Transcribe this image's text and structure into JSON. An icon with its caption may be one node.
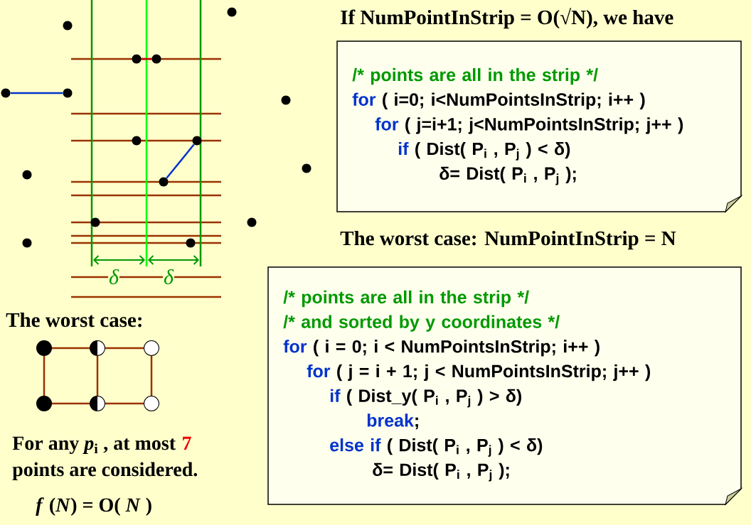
{
  "diagram": {
    "nodes": [
      {
        "text": [
          "/* points are all in the strip */",
          "for",
          "( i=0; i<NumPointsInStrip; i++ )",
          "for",
          "( j=i+1; j<NumPointsInStrip; j++ )",
          "if",
          "( Dist( P$_{i}$ , P$_{j}$ ) < δ)",
          "δ= Dist( P$_{i}$ , P$_{j}$ );"
        ]
      },
      {
        "text": [
          "/* points are all in the strip */",
          "/* and sorted by y coordinates */",
          "for",
          "( i = 0; i < NumPointsInStrip; i++ )",
          "for",
          "( j = i + 1; j < NumPointsInStrip; j++ )",
          "if",
          "( Dist_y( P$_{i}$ , P$_{j}$ ) > δ)",
          "break",
          ";",
          "else  if",
          "( Dist( P$_{i}$ , P$_{j}$ ) < δ)",
          "δ= Dist( P$_{i}$ , P$_{j}$ );"
        ]
      },
      {
        "text": [],
        "shape": "circle"
      },
      {
        "text": [],
        "shape": "circle"
      },
      {
        "text": [],
        "shape": "circle"
      },
      {
        "text": [],
        "shape": "circle"
      },
      {
        "text": [],
        "shape": "circle"
      },
      {
        "text": [],
        "shape": "circle"
      },
      {
        "text": [],
        "shape": "circle"
      },
      {
        "text": [],
        "shape": "circle"
      },
      {
        "text": [],
        "shape": "circle"
      },
      {
        "text": [],
        "shape": "circle"
      },
      {
        "text": [],
        "shape": "circle"
      },
      {
        "text": [],
        "shape": "circle"
      },
      {
        "text": [],
        "shape": "circle"
      },
      {
        "text": [],
        "shape": "circle"
      },
      {
        "text": [],
        "shape": "circle"
      },
      {
        "text": [],
        "shape": "circle"
      },
      {
        "text": [],
        "shape": "circle"
      },
      {
        "text": [],
        "shape": "circle"
      },
      {
        "text": [],
        "shape": "circle"
      },
      {
        "text": [],
        "shape": "circle"
      },
      {
        "text": [],
        "shape": "circle"
      },
      {
        "text": [],
        "shape": "circle"
      }
    ],
    "edges": [
      {
        "from": 4,
        "to": 5,
        "arrow": "none",
        "color": "#cc0000"
      },
      {
        "from": 6,
        "to": 7,
        "arrow": "none",
        "color": "#0033cc"
      },
      {
        "from": 13,
        "to": 10,
        "arrow": "none",
        "color": "#0033cc"
      },
      {
        "from": 18,
        "to": 19,
        "arrow": "none"
      },
      {
        "from": 19,
        "to": 20,
        "arrow": "none"
      },
      {
        "from": 21,
        "to": 22,
        "arrow": "none"
      },
      {
        "from": 22,
        "to": 23,
        "arrow": "none"
      },
      {
        "from": 18,
        "to": 21,
        "arrow": "none"
      },
      {
        "from": 19,
        "to": 22,
        "arrow": "none"
      },
      {
        "from": 20,
        "to": 23,
        "arrow": "none"
      }
    ],
    "labels": [
      "If NumPointInStrip = O(√N), we have",
      "The worst case: NumPointInStrip = N",
      "δ",
      "δ",
      "The worst case:",
      "For any *p*$_{i}$ , at most",
      "7",
      "points are considered.",
      "*f* (*N*) = O( *N* )"
    ]
  }
}
